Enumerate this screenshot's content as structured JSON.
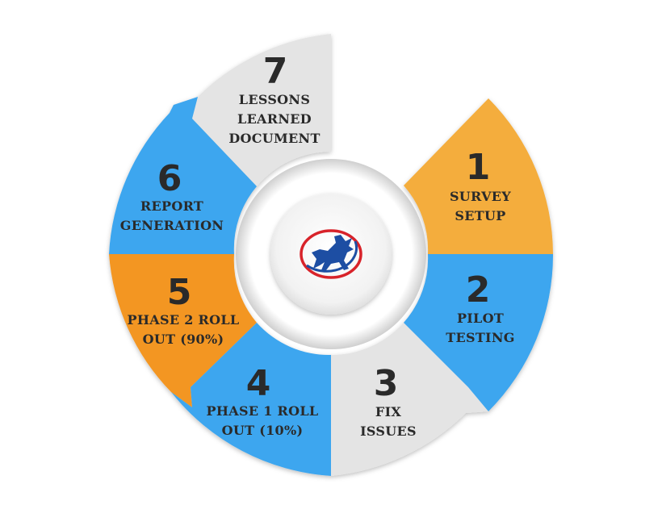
{
  "steps": [
    {
      "number": "1",
      "line1": "SURVEY",
      "line2": "SETUP",
      "color": "#f4ad3d"
    },
    {
      "number": "2",
      "line1": "PILOT",
      "line2": "TESTING",
      "color": "#3ea6ef"
    },
    {
      "number": "3",
      "line1": "FIX",
      "line2": "ISSUES",
      "color": "#e4e4e4"
    },
    {
      "number": "4",
      "line1": "PHASE 1 ROLL",
      "line2": "OUT (10%)",
      "color": "#3ea6ef"
    },
    {
      "number": "5",
      "line1": "PHASE 2 ROLL",
      "line2": "OUT (90%)",
      "color": "#f39624"
    },
    {
      "number": "6",
      "line1": "REPORT",
      "line2": "GENERATION",
      "color": "#3ea6ef"
    },
    {
      "number": "7",
      "line1": "LESSONS",
      "line2": "LEARNED",
      "line3": "DOCUMENT",
      "color": "#e4e4e4"
    }
  ],
  "logo": {
    "icon": "horse-logo-icon",
    "ring_colors": [
      "#d8232a",
      "#1d4ea3"
    ]
  }
}
